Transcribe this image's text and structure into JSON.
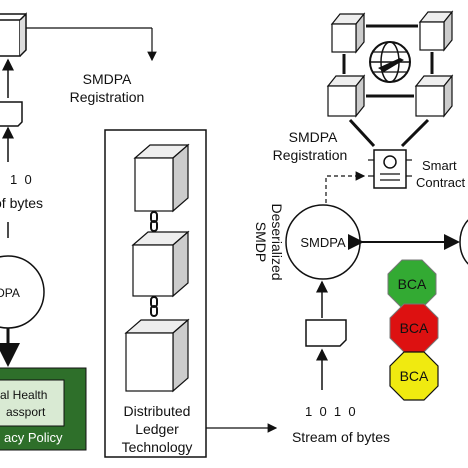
{
  "labels": {
    "smdpa_registration_top": [
      "SMDPA",
      "Registration"
    ],
    "smdpa_registration_right": [
      "SMDPA",
      "Registration"
    ],
    "left_bits": "1  0",
    "left_stream": "of bytes",
    "left_node": "DPA",
    "dlt": [
      "Distributed",
      "Ledger",
      "Technology"
    ],
    "smart_contract": [
      "Smart",
      "Contract"
    ],
    "deserialized": [
      "Deserialized",
      "SMDP"
    ],
    "center_node": "SMDPA",
    "right_bits": "1  0  1  0",
    "right_stream": "Stream of bytes",
    "passport": [
      "al Health",
      "assport"
    ],
    "privacy": "acy Policy",
    "bca_green": "BCA",
    "bca_red": "BCA",
    "bca_yellow": "BCA"
  },
  "colors": {
    "green_box": "#2e6f2a",
    "passport_box": "#d9ead3",
    "bca_green": "#33aa33",
    "bca_red": "#dd1111",
    "bca_yellow": "#f0ea10"
  }
}
